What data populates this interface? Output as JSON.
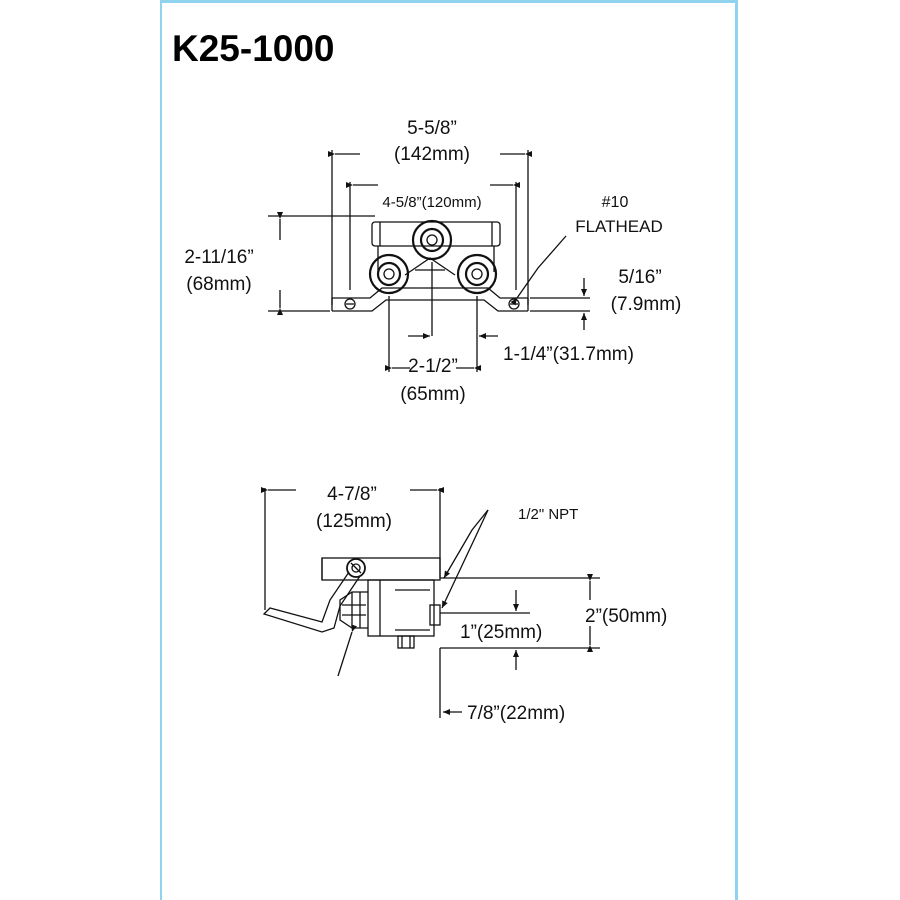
{
  "model": "K25-1000",
  "top_view": {
    "overall_width": "5-5/8”",
    "overall_width_mm": "(142mm)",
    "inner_width": "4-5/8”(120mm)",
    "height": "2-11/16”",
    "height_mm": "(68mm)",
    "screw_label_1": "#10",
    "screw_label_2": "FLATHEAD",
    "flange": "5/16”",
    "flange_mm": "(7.9mm)",
    "center_spacing": "2-1/2”",
    "center_spacing_mm": "(65mm)",
    "offset": "1-1/4”(31.7mm)"
  },
  "side_view": {
    "length": "4-7/8”",
    "length_mm": "(125mm)",
    "npt": "1/2\" NPT",
    "height_total": "2”(50mm)",
    "height_half": "1”(25mm)",
    "offset": "7/8”(22mm)"
  }
}
